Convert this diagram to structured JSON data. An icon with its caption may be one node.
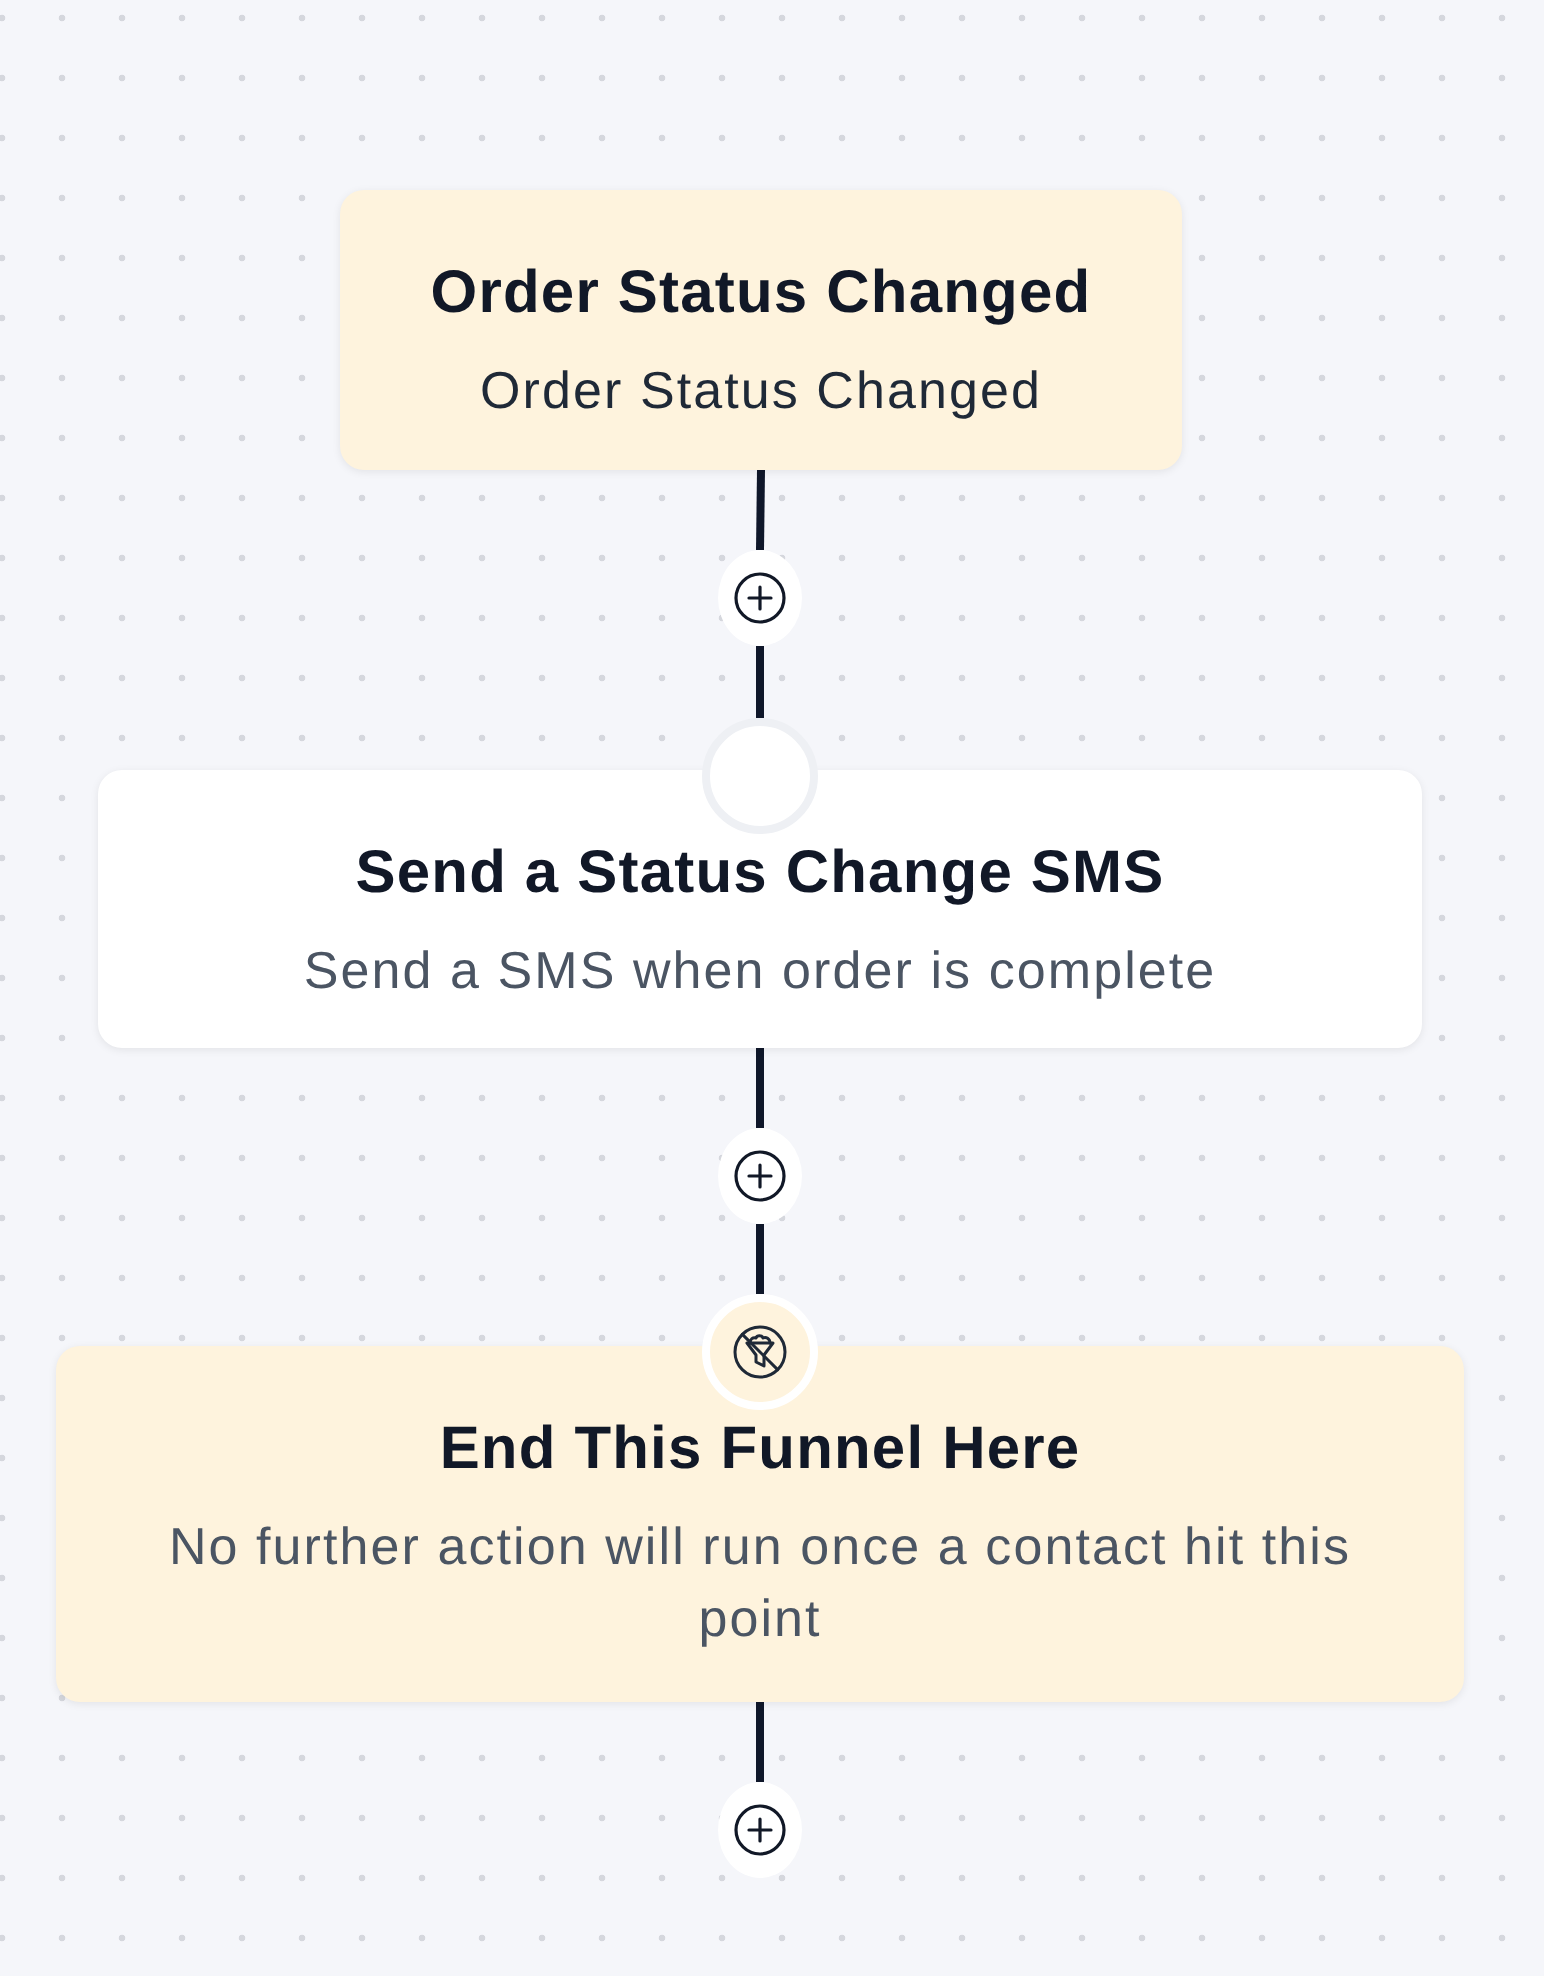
{
  "diagram": {
    "nodes": [
      {
        "text": [
          "Order Status Changed",
          "Order Status Changed"
        ]
      },
      {
        "text": [],
        "shape": "circle"
      },
      {
        "text": [
          "Send a Status Change SMS",
          "Send a SMS when order is complete"
        ]
      },
      {
        "text": [],
        "shape": "circle"
      },
      {
        "text": [
          "End This Funnel Here",
          "No further action will run once a contact hit this point"
        ]
      },
      {
        "text": [],
        "shape": "circle"
      }
    ],
    "edges": [
      {
        "from": 0,
        "to": 1,
        "arrow": "none"
      },
      {
        "from": 1,
        "to": 2,
        "arrow": "none"
      },
      {
        "from": 2,
        "to": 3,
        "arrow": "none"
      },
      {
        "from": 3,
        "to": 4,
        "arrow": "none"
      },
      {
        "from": 4,
        "to": 5,
        "arrow": "none"
      }
    ]
  }
}
